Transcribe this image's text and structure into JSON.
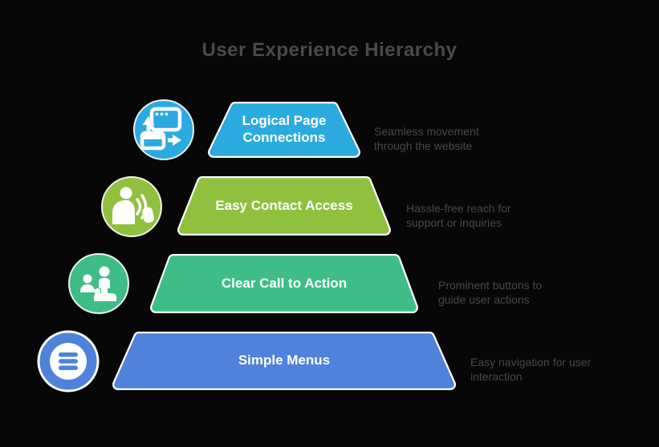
{
  "title": "User Experience Hierarchy",
  "tiers": [
    {
      "label": "Logical Page Connections",
      "desc_lines": [
        "Seamless movement",
        "through the website"
      ],
      "color": "#2BAAE0",
      "icon": "page-connections-icon"
    },
    {
      "label": "Easy Contact Access",
      "desc_lines": [
        "Hassle-free reach for",
        "support or inquiries"
      ],
      "color": "#90C13E",
      "icon": "contact-support-icon"
    },
    {
      "label": "Clear Call to Action",
      "desc_lines": [
        "Prominent buttons to",
        "guide user actions"
      ],
      "color": "#3EBE86",
      "icon": "call-to-action-icon"
    },
    {
      "label": "Simple Menus",
      "desc_lines": [
        "Easy navigation for user",
        "interaction"
      ],
      "color": "#4E82DB",
      "icon": "hamburger-menu-icon"
    }
  ]
}
